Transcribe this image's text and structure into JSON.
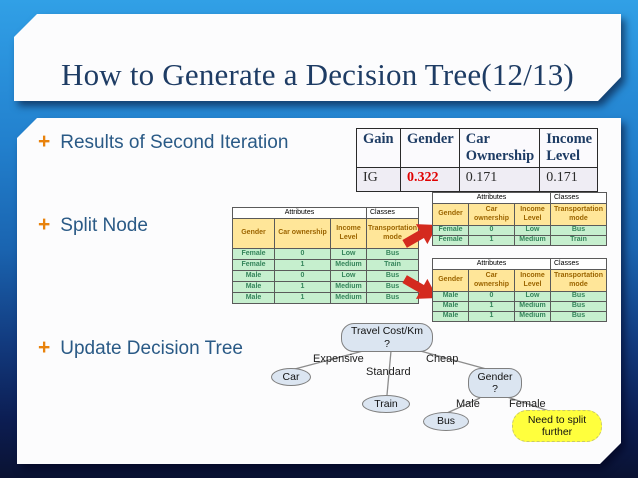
{
  "slide": {
    "title": "How to Generate a Decision Tree(12/13)",
    "bullet_glyph": "+",
    "bullets": [
      {
        "label": "Results of Second Iteration"
      },
      {
        "label": "Split Node"
      },
      {
        "label": "Update Decision Tree"
      }
    ]
  },
  "gain_table": {
    "headers": [
      "Gain",
      "Gender",
      "Car Ownership",
      "Income Level"
    ],
    "row_label": "IG",
    "values": [
      "0.322",
      "0.171",
      "0.171"
    ],
    "highlighted_value": "0.322"
  },
  "table_headers": {
    "groups": [
      "Attributes",
      "Classes"
    ],
    "columns": [
      "Gender",
      "Car ownership",
      "Income Level",
      "Transportation mode"
    ]
  },
  "main_table": {
    "rows": [
      [
        "Female",
        "0",
        "Low",
        "Bus"
      ],
      [
        "Female",
        "1",
        "Medium",
        "Train"
      ],
      [
        "Male",
        "0",
        "Low",
        "Bus"
      ],
      [
        "Male",
        "1",
        "Medium",
        "Bus"
      ],
      [
        "Male",
        "1",
        "Medium",
        "Bus"
      ]
    ]
  },
  "female_table": {
    "rows": [
      [
        "Female",
        "0",
        "Low",
        "Bus"
      ],
      [
        "Female",
        "1",
        "Medium",
        "Train"
      ]
    ]
  },
  "male_table": {
    "rows": [
      [
        "Male",
        "0",
        "Low",
        "Bus"
      ],
      [
        "Male",
        "1",
        "Medium",
        "Bus"
      ],
      [
        "Male",
        "1",
        "Medium",
        "Bus"
      ]
    ]
  },
  "tree": {
    "root": "Travel Cost/Km\n?",
    "branch_expensive": "Expensive",
    "branch_standard": "Standard",
    "branch_cheap": "Cheap",
    "leaf_car": "Car",
    "leaf_train": "Train",
    "gender_node": "Gender\n?",
    "branch_male": "Male",
    "branch_female": "Female",
    "leaf_bus": "Bus",
    "leaf_need_split": "Need to split\nfurther"
  },
  "colors": {
    "accent_orange": "#e8820c",
    "gain_highlight_red": "#e00000",
    "attribute_header_bg": "#ffe699",
    "attribute_header_text": "#9c6500",
    "class_row_bg": "#c6efce",
    "class_row_text": "#35855b",
    "tree_node_fill": "#dbe5f1",
    "need_split_fill": "#ffff3d",
    "arrow_red": "#d42a1e",
    "title_text": "#1e3c64"
  }
}
